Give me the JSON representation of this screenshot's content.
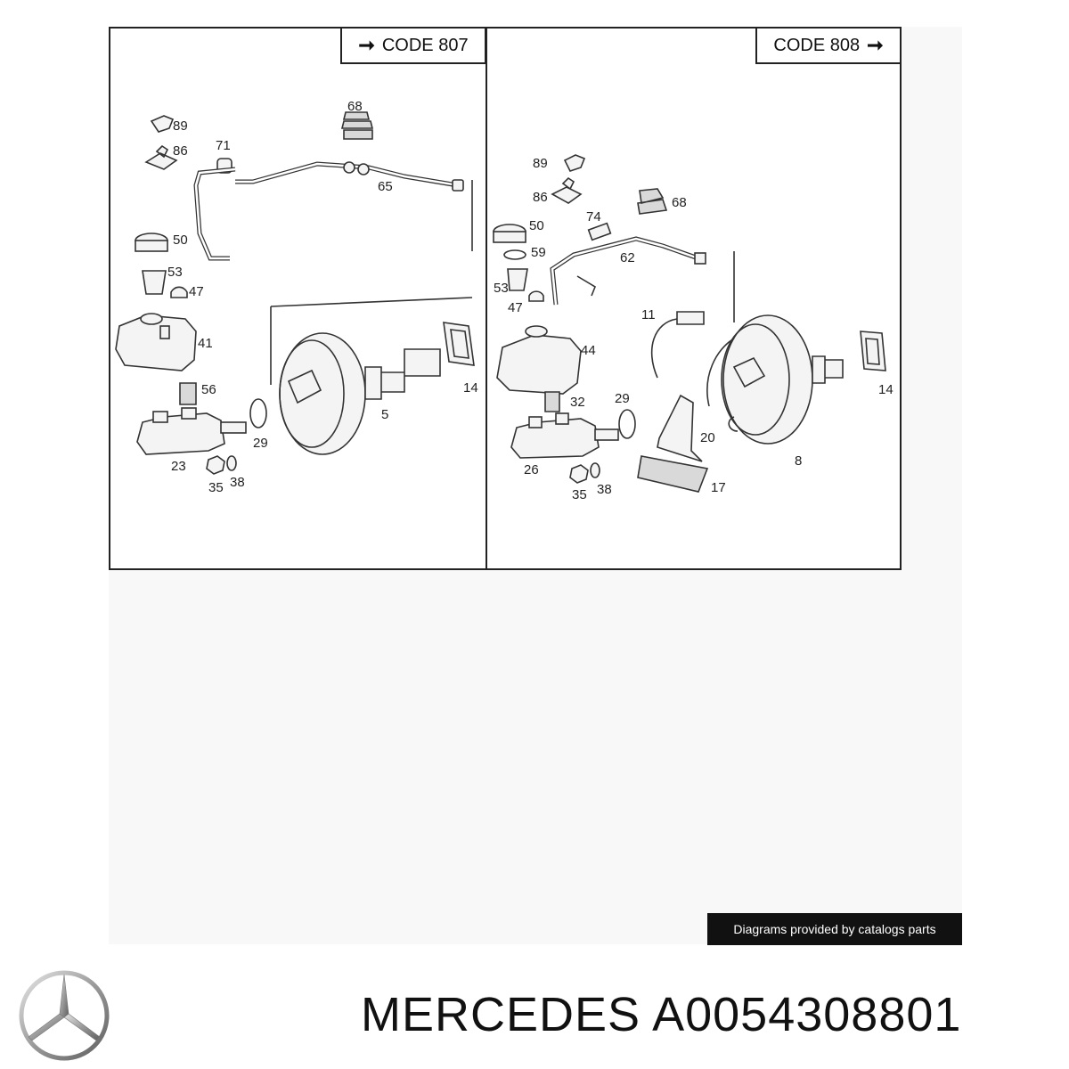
{
  "diagram": {
    "left_panel": {
      "code_label": "CODE 807",
      "arrow": "right-arrow"
    },
    "right_panel": {
      "code_label": "CODE 808",
      "arrow": "right-arrow"
    },
    "left_callouts": [
      "89",
      "86",
      "71",
      "68",
      "65",
      "50",
      "53",
      "47",
      "41",
      "56",
      "29",
      "5",
      "14",
      "23",
      "35",
      "38"
    ],
    "right_callouts": [
      "89",
      "86",
      "74",
      "68",
      "50",
      "59",
      "62",
      "53",
      "47",
      "11",
      "44",
      "32",
      "29",
      "20",
      "8",
      "14",
      "26",
      "35",
      "38",
      "17"
    ]
  },
  "credit": "Diagrams provided by catalogs parts",
  "footer": {
    "brand": "MERCEDES",
    "part_number": "A0054308801",
    "logo_icon": "mercedes-star-icon"
  }
}
